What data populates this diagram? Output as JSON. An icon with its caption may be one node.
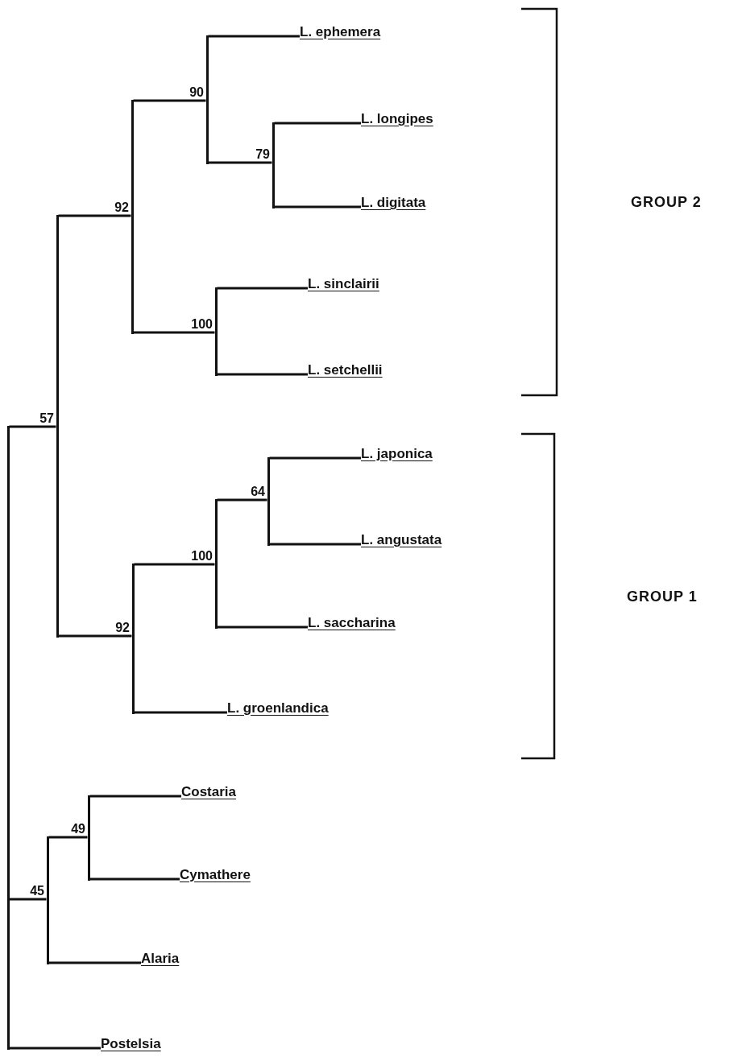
{
  "diagram": {
    "nodes": [
      {
        "text": [],
        "shape": "bar"
      },
      {
        "text": [],
        "shape": "bar",
        "beside": [
          "57"
        ]
      },
      {
        "text": [],
        "shape": "bar",
        "beside": [
          "92"
        ]
      },
      {
        "text": [],
        "shape": "bar",
        "beside": [
          "90"
        ]
      },
      {
        "text": [
          "L. ephemera"
        ]
      },
      {
        "text": [],
        "shape": "bar",
        "beside": [
          "79"
        ]
      },
      {
        "text": [
          "L. longipes"
        ]
      },
      {
        "text": [
          "L. digitata"
        ]
      },
      {
        "text": [],
        "shape": "bar",
        "beside": [
          "100"
        ]
      },
      {
        "text": [
          "L. sinclairii"
        ]
      },
      {
        "text": [
          "L. setchellii"
        ]
      },
      {
        "text": [],
        "shape": "bar",
        "beside": [
          "92"
        ]
      },
      {
        "text": [],
        "shape": "bar",
        "beside": [
          "100"
        ]
      },
      {
        "text": [],
        "shape": "bar",
        "beside": [
          "64"
        ]
      },
      {
        "text": [
          "L. japonica"
        ]
      },
      {
        "text": [
          "L. angustata"
        ]
      },
      {
        "text": [
          "L. saccharina"
        ]
      },
      {
        "text": [
          "L. groenlandica"
        ]
      },
      {
        "text": [],
        "shape": "bar",
        "beside": [
          "45"
        ]
      },
      {
        "text": [],
        "shape": "bar",
        "beside": [
          "49"
        ]
      },
      {
        "text": [
          "Costaria"
        ]
      },
      {
        "text": [
          "Cymathere"
        ]
      },
      {
        "text": [
          "Alaria"
        ]
      },
      {
        "text": [
          "Postelsia"
        ]
      }
    ],
    "edges": [
      {
        "from": 0,
        "to": 1,
        "arrow": "none"
      },
      {
        "from": 0,
        "to": 18,
        "arrow": "none"
      },
      {
        "from": 0,
        "to": 23,
        "arrow": "none"
      },
      {
        "from": 1,
        "to": 2,
        "arrow": "none"
      },
      {
        "from": 1,
        "to": 11,
        "arrow": "none"
      },
      {
        "from": 2,
        "to": 3,
        "arrow": "none"
      },
      {
        "from": 2,
        "to": 8,
        "arrow": "none"
      },
      {
        "from": 3,
        "to": 4,
        "arrow": "none"
      },
      {
        "from": 3,
        "to": 5,
        "arrow": "none"
      },
      {
        "from": 5,
        "to": 6,
        "arrow": "none"
      },
      {
        "from": 5,
        "to": 7,
        "arrow": "none"
      },
      {
        "from": 8,
        "to": 9,
        "arrow": "none"
      },
      {
        "from": 8,
        "to": 10,
        "arrow": "none"
      },
      {
        "from": 11,
        "to": 12,
        "arrow": "none"
      },
      {
        "from": 11,
        "to": 17,
        "arrow": "none"
      },
      {
        "from": 12,
        "to": 13,
        "arrow": "none"
      },
      {
        "from": 12,
        "to": 16,
        "arrow": "none"
      },
      {
        "from": 13,
        "to": 14,
        "arrow": "none"
      },
      {
        "from": 13,
        "to": 15,
        "arrow": "none"
      },
      {
        "from": 18,
        "to": 19,
        "arrow": "none"
      },
      {
        "from": 18,
        "to": 22,
        "arrow": "none"
      },
      {
        "from": 19,
        "to": 20,
        "arrow": "none"
      },
      {
        "from": 19,
        "to": 21,
        "arrow": "none"
      }
    ],
    "labels": [
      "GROUP 2",
      "GROUP 1"
    ]
  }
}
